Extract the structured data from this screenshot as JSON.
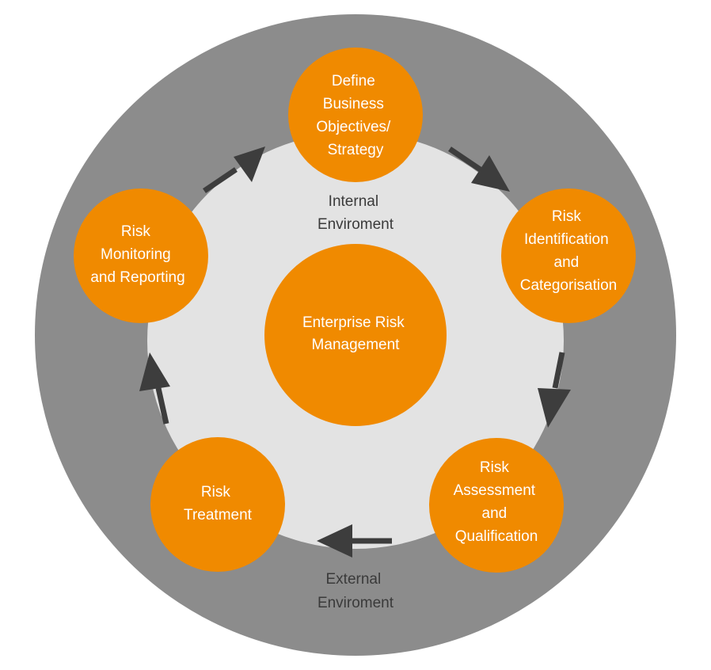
{
  "colors": {
    "outer_ring": "#8c8c8c",
    "inner_area": "#e3e3e3",
    "node_fill": "#f08a00",
    "arrow": "#3d3d3d",
    "node_text": "#ffffff",
    "ring_text": "#3a3a3a"
  },
  "center": {
    "lines": [
      "Enterprise Risk",
      "Management"
    ]
  },
  "internal_label": {
    "lines": [
      "Internal",
      "Enviroment"
    ]
  },
  "external_label": {
    "lines": [
      "External",
      "Enviroment"
    ]
  },
  "nodes": [
    {
      "id": "define-objectives",
      "lines": [
        "Define",
        "Business",
        "Objectives/",
        "Strategy"
      ]
    },
    {
      "id": "risk-identification",
      "lines": [
        "Risk",
        "Identification",
        "and",
        "Categorisation"
      ]
    },
    {
      "id": "risk-assessment",
      "lines": [
        "Risk",
        "Assessment",
        "and",
        "Qualification"
      ]
    },
    {
      "id": "risk-treatment",
      "lines": [
        "Risk",
        "Treatment"
      ]
    },
    {
      "id": "risk-monitoring",
      "lines": [
        "Risk",
        "Monitoring",
        "and Reporting"
      ]
    }
  ]
}
